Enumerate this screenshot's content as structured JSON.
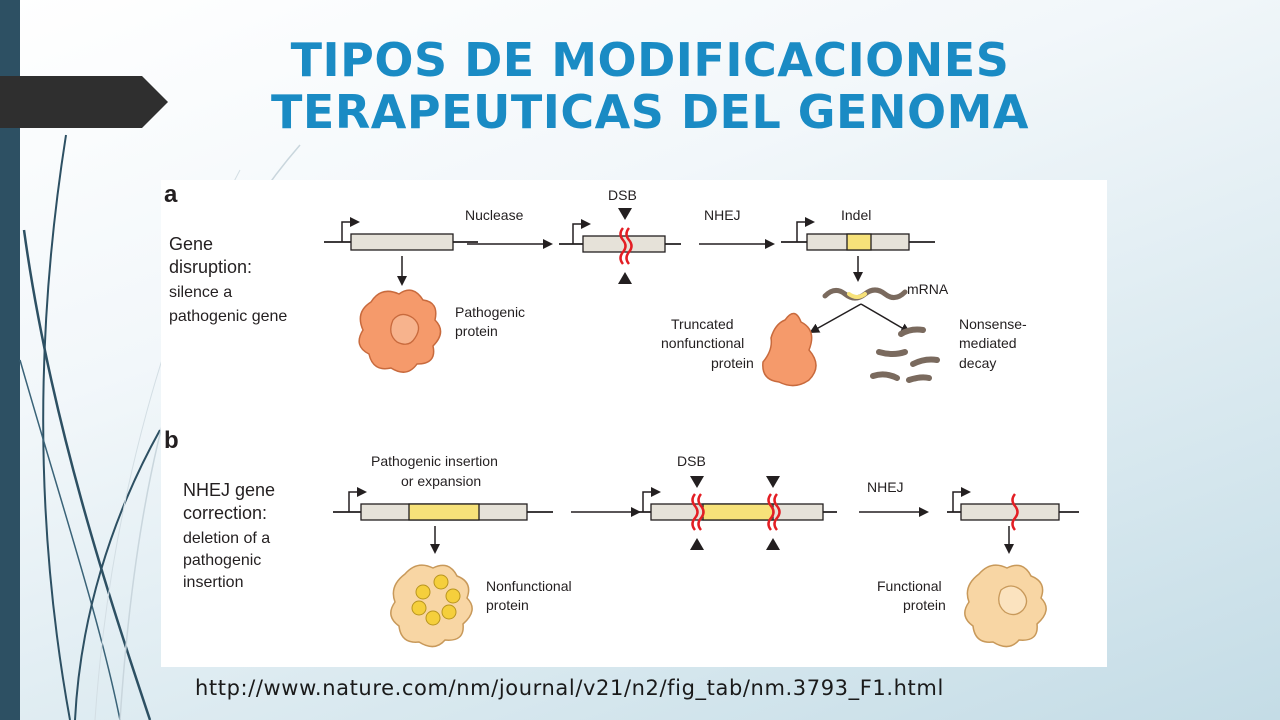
{
  "title": {
    "line1": "TIPOS DE MODIFICACIONES",
    "line2": "TERAPEUTICAS DEL GENOMA"
  },
  "source_url": "http://www.nature.com/nm/journal/v21/n2/fig_tab/nm.3793_F1.html",
  "colors": {
    "title": "#1a8bc4",
    "left_bar": "#2d5063",
    "tab": "#2f2f2f",
    "protein_pathogenic": "#f59a6b",
    "protein_functional": "#f8d6a4",
    "insertion": "#f7e27a",
    "dsb_mark": "#e31e24",
    "mrna": "#7a6a5e"
  },
  "figure": {
    "panel_a": {
      "letter": "a",
      "heading_line1": "Gene",
      "heading_line2": "disruption:",
      "desc_line1": "silence a",
      "desc_line2": "pathogenic gene",
      "nuclease": "Nuclease",
      "dsb": "DSB",
      "nhej": "NHEJ",
      "indel": "Indel",
      "mrna": "mRNA",
      "pathogenic_line1": "Pathogenic",
      "pathogenic_line2": "protein",
      "truncated_line1": "Truncated",
      "truncated_line2": "nonfunctional",
      "truncated_line3": "protein",
      "nonsense_line1": "Nonsense-",
      "nonsense_line2": "mediated",
      "nonsense_line3": "decay"
    },
    "panel_b": {
      "letter": "b",
      "heading_line1": "NHEJ gene",
      "heading_line2": "correction:",
      "desc_line1": "deletion of a",
      "desc_line2": "pathogenic",
      "desc_line3": "insertion",
      "insertion_line1": "Pathogenic insertion",
      "insertion_line2": "or expansion",
      "dsb": "DSB",
      "nhej": "NHEJ",
      "nonfunctional_line1": "Nonfunctional",
      "nonfunctional_line2": "protein",
      "functional_line1": "Functional",
      "functional_line2": "protein"
    }
  }
}
